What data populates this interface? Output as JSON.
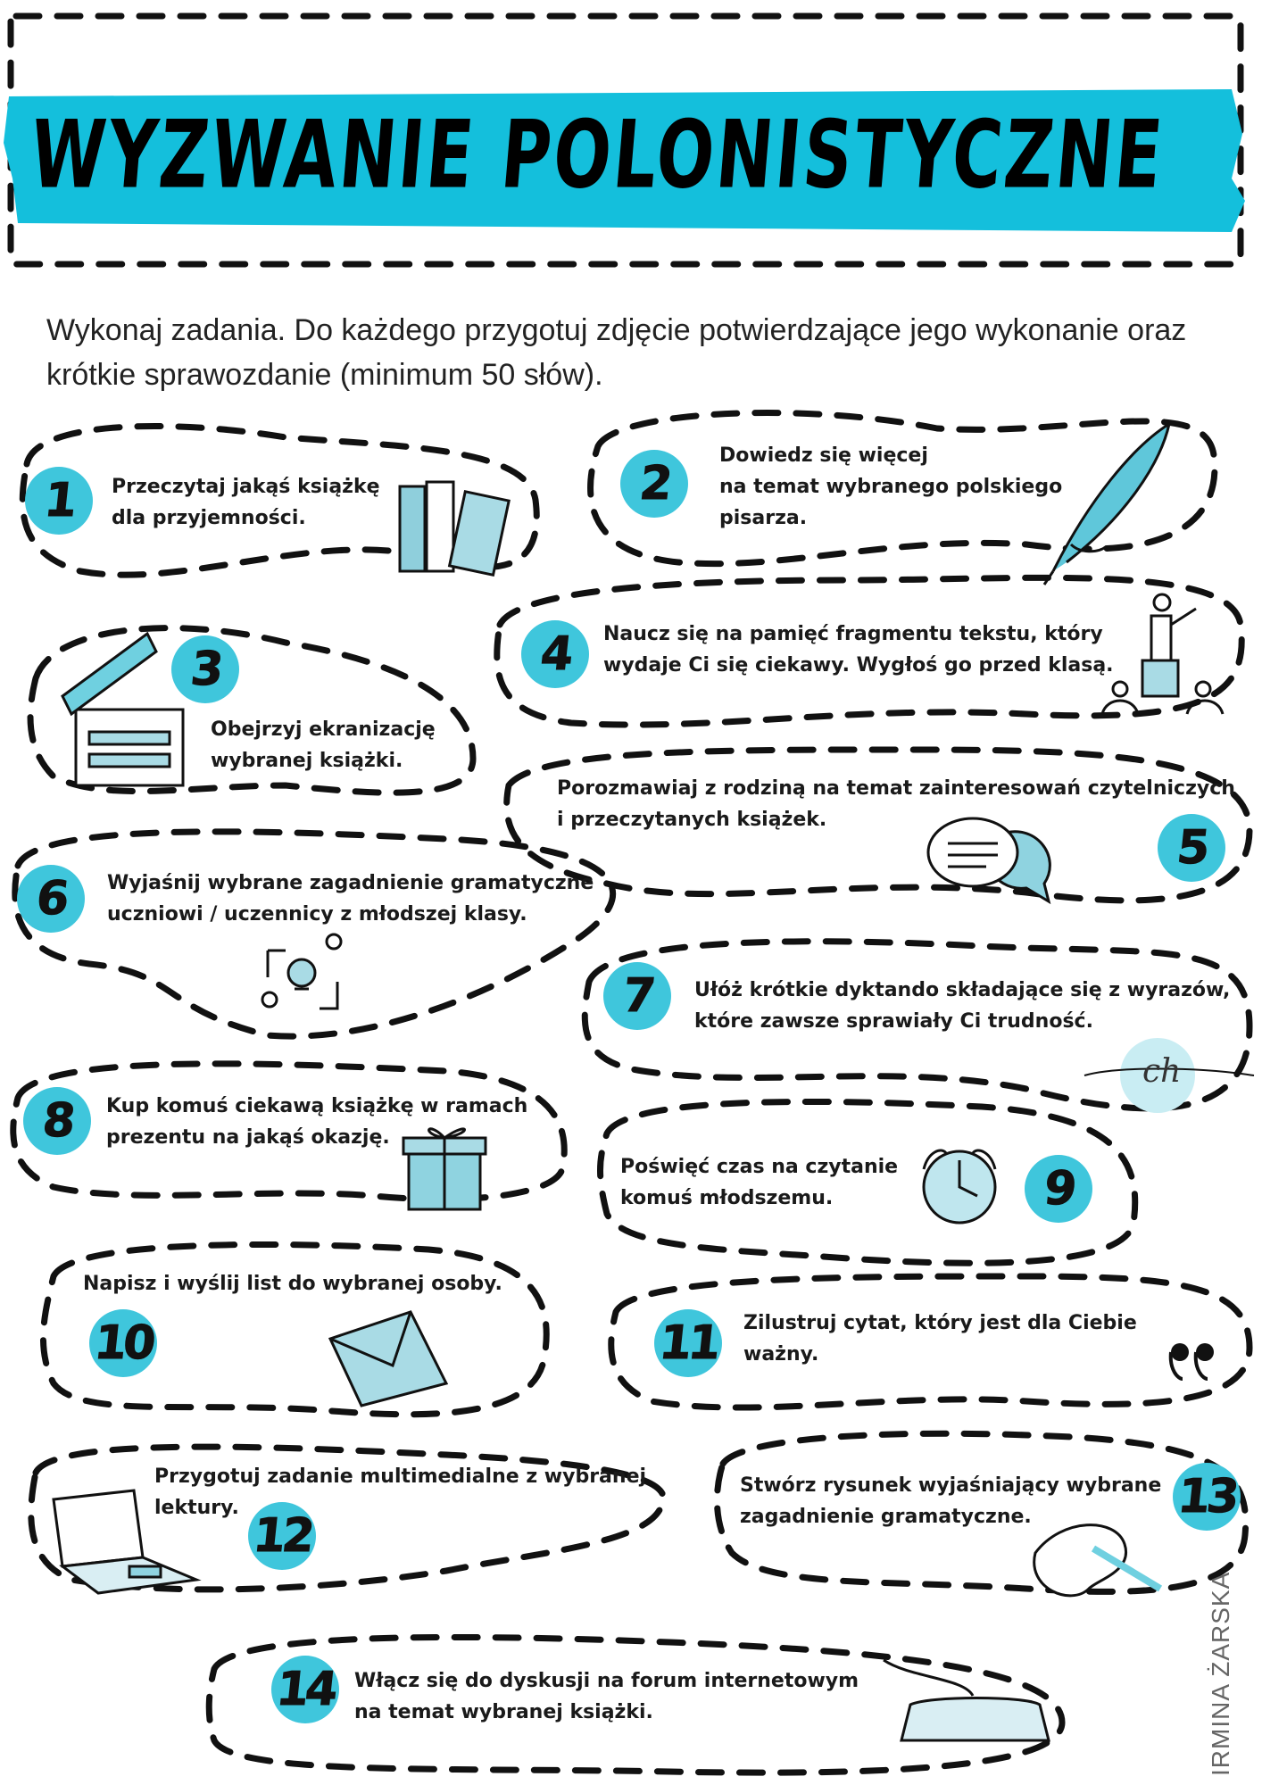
{
  "title": "WYZWANIE POLONISTYCZNE",
  "intro": "Wykonaj zadania. Do każdego przygotuj zdjęcie potwierdzające jego wykonanie oraz krótkie sprawozdanie (minimum 50 słów).",
  "accent_color": "#14bfdc",
  "tasks": [
    {
      "number": "1",
      "text": "Przeczytaj jakąś książkę\ndla przyjemności.",
      "icon": "books-icon"
    },
    {
      "number": "2",
      "text": "Dowiedz się więcej\nna temat wybranego polskiego\npisarza.",
      "icon": "quill-icon"
    },
    {
      "number": "3",
      "text": "Obejrzyj ekranizację\nwybranej książki.",
      "icon": "clapperboard-icon"
    },
    {
      "number": "4",
      "text": "Naucz się na pamięć fragmentu tekstu, który\nwydaje Ci się ciekawy. Wygłoś go przed klasą.",
      "icon": "speaker-podium-icon"
    },
    {
      "number": "5",
      "text": "Porozmawiaj z rodziną na temat zainteresowań czytelniczych\ni przeczytanych książek.",
      "icon": "chat-bubbles-icon"
    },
    {
      "number": "6",
      "text": "Wyjaśnij wybrane zagadnienie gramatyczne\nuczniowi / uczennicy z młodszej klasy.",
      "icon": "idea-exchange-icon"
    },
    {
      "number": "7",
      "text": "Ułóż krótkie dyktando składające się z wyrazów,\nktóre zawsze sprawiały Ci trudność.",
      "icon": "ch-letters-icon"
    },
    {
      "number": "8",
      "text": "Kup komuś ciekawą książkę w ramach\nprezentu na jakąś okazję.",
      "icon": "gift-icon"
    },
    {
      "number": "9",
      "text": "Poświęć czas na czytanie\nkomuś młodszemu.",
      "icon": "alarm-clock-icon"
    },
    {
      "number": "10",
      "text": "Napisz i wyślij list do wybranej osoby.",
      "icon": "envelope-icon"
    },
    {
      "number": "11",
      "text": "Zilustruj cytat, który jest dla Ciebie\nważny.",
      "icon": "quote-icon"
    },
    {
      "number": "12",
      "text": "Przygotuj zadanie multimedialne z wybranej\nlektury.",
      "icon": "laptop-icon"
    },
    {
      "number": "13",
      "text": "Stwórz rysunek wyjaśniający wybrane\nzagadnienie gramatyczne.",
      "icon": "palette-icon"
    },
    {
      "number": "14",
      "text": "Włącz się do dyskusji na forum internetowym\nna temat wybranej książki.",
      "icon": "keyboard-icon"
    }
  ],
  "ch_label": "ch",
  "author": "IRMINA ŻARSKA"
}
